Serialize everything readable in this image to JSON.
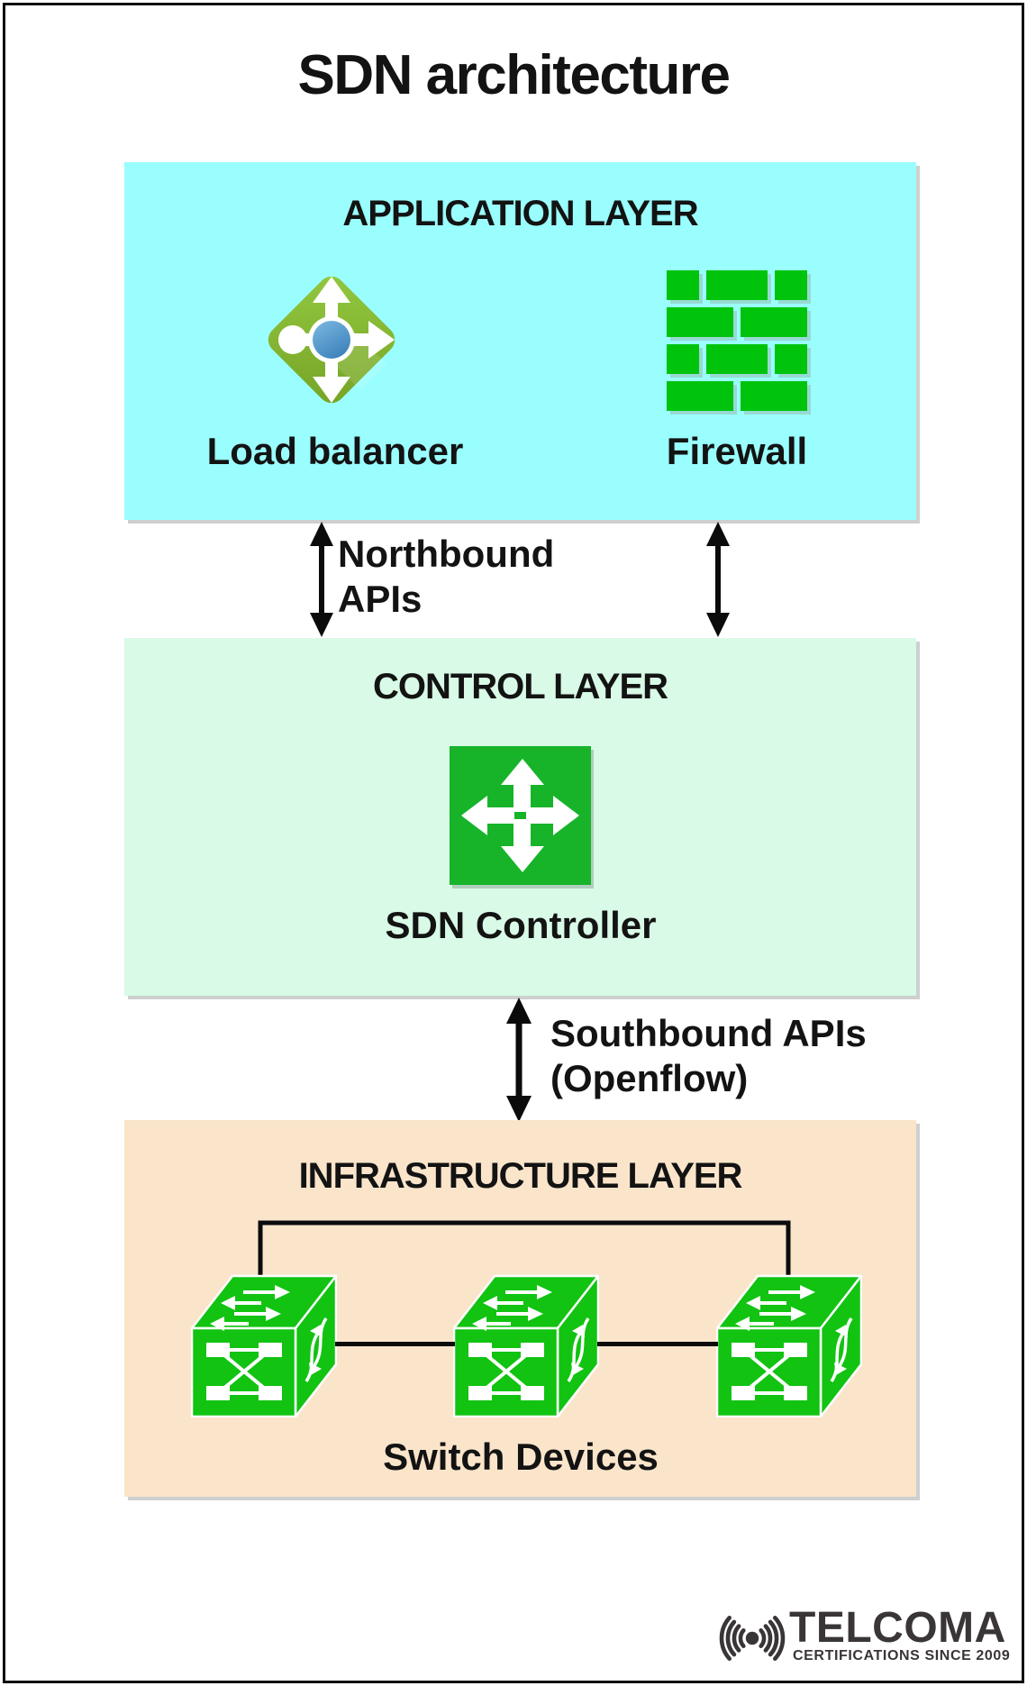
{
  "title": "SDN architecture",
  "colors": {
    "app_bg": "#9AFEFE",
    "control_bg": "#D8FAE6",
    "infra_bg": "#FAE5CB",
    "brick_green": "#00C40C",
    "controller_green": "#17B42A",
    "switch_green": "#12C312",
    "lb_green_light": "#93C840",
    "lb_green_dark": "#76A325",
    "lb_blue": "#4C9CD6",
    "text": "#131313",
    "line": "#0B0B0B",
    "shadow": "#CDD0CF",
    "logo_gray": "#3A3537"
  },
  "application_layer": {
    "heading": "APPLICATION LAYER",
    "items": [
      {
        "icon": "load-balancer-icon",
        "label": "Load balancer"
      },
      {
        "icon": "firewall-icon",
        "label": "Firewall"
      }
    ]
  },
  "connections": {
    "northbound": {
      "line1": "Northbound",
      "line2": "APIs"
    },
    "southbound": {
      "line1": "Southbound APIs",
      "line2": "(Openflow)"
    }
  },
  "control_layer": {
    "heading": "CONTROL LAYER",
    "items": [
      {
        "icon": "sdn-controller-icon",
        "label": "SDN Controller"
      }
    ]
  },
  "infrastructure_layer": {
    "heading": "INFRASTRUCTURE LAYER",
    "label": "Switch Devices",
    "switch_count": 3
  },
  "footer_logo": {
    "brand": "TELCOMA",
    "tagline": "CERTIFICATIONS SINCE 2009"
  }
}
